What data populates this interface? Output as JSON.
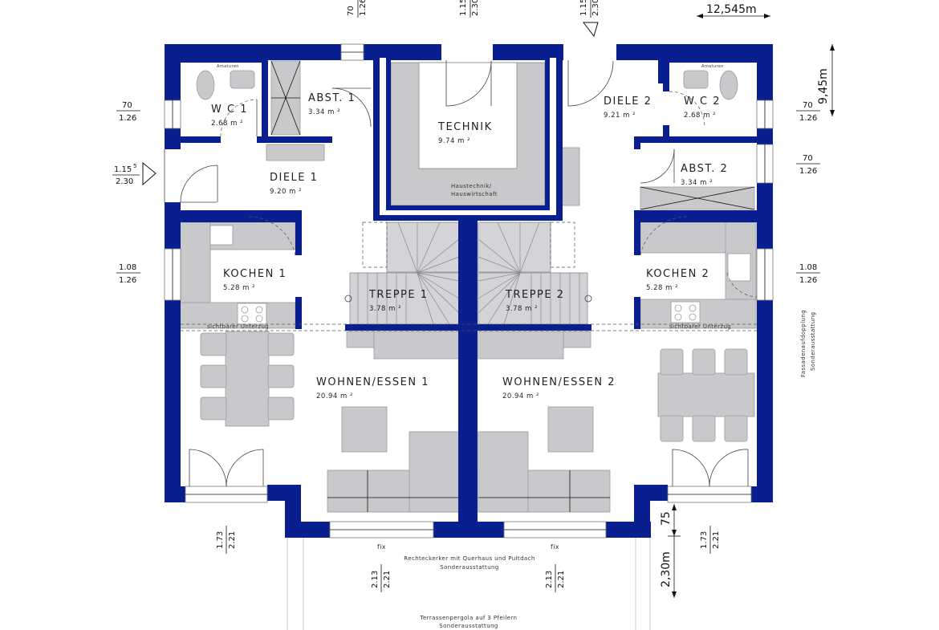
{
  "rooms": {
    "wc1": {
      "name": "W C 1",
      "area": "2.68 m ²"
    },
    "abst1": {
      "name": "ABST. 1",
      "area": "3.34 m ²"
    },
    "technik": {
      "name": "TECHNIK",
      "area": "9.74 m ²",
      "note1": "Haustechnik/",
      "note2": "Hauswirtschaft"
    },
    "diele2": {
      "name": "DIELE 2",
      "area": "9.21 m ²"
    },
    "wc2": {
      "name": "W C 2",
      "area": "2.68 m ²"
    },
    "diele1": {
      "name": "DIELE 1",
      "area": "9.20 m ²"
    },
    "abst2": {
      "name": "ABST. 2",
      "area": "3.34 m ²"
    },
    "kochen1": {
      "name": "KOCHEN 1",
      "area": "5.28 m ²"
    },
    "kochen2": {
      "name": "KOCHEN 2",
      "area": "5.28 m ²"
    },
    "treppe1": {
      "name": "TREPPE 1",
      "area": "3.78 m ²"
    },
    "treppe2": {
      "name": "TREPPE 2",
      "area": "3.78 m ²"
    },
    "wohnen1": {
      "name": "WOHNEN/ESSEN 1",
      "area": "20.94 m ²"
    },
    "wohnen2": {
      "name": "WOHNEN/ESSEN 2",
      "area": "20.94 m ²"
    }
  },
  "labels": {
    "unterzug": "sichtbarer Unterzug",
    "fix": "fix",
    "erker1": "Rechteckerker mit Querhaus und Pultdach",
    "erker2": "Sonderausstattung",
    "pergola1": "Terrassenpergola auf 3 Pfeilern",
    "pergola2": "Sonderausstattung",
    "fassade1": "Fassadenaufdopplung",
    "fassade2": "Sonderausstattung",
    "wc_tag": "Amaturen"
  },
  "dims": {
    "width": "12,545m",
    "depth": "9,45m",
    "d70": "70",
    "d126": "1.26",
    "d115": "1.15",
    "d115sup": "5",
    "d230": "2.30",
    "d108": "1.08",
    "d173": "1.73",
    "d221": "2.21",
    "d213": "2.13",
    "d75": "75",
    "d230m": "2,30m"
  },
  "colors": {
    "wall": "#0a1f8f",
    "furniture": "#c9c9cc"
  }
}
